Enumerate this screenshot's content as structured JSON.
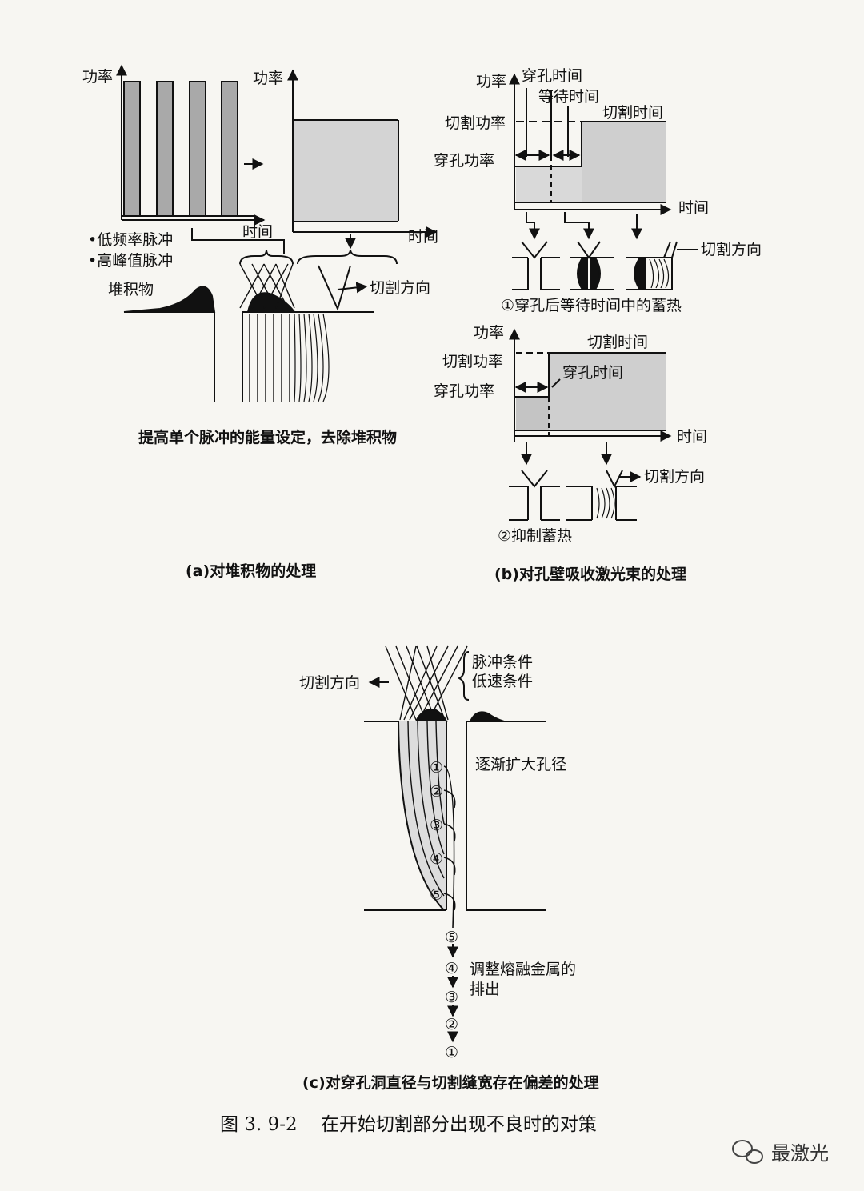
{
  "panel_a": {
    "power_label_1": "功率",
    "power_label_2": "功率",
    "time_label_1": "时间",
    "time_label_2": "时间",
    "pulse_note_1": "•低频率脉冲",
    "pulse_note_2": "•高峰值脉冲",
    "deposit_label": "堆积物",
    "cut_direction": "切割方向",
    "description": "提高单个脉冲的能量设定，去除堆积物",
    "caption": "(a)对堆积物的处理"
  },
  "panel_b": {
    "power_label_1": "功率",
    "pierce_time_1": "穿孔时间",
    "wait_time": "等待时间",
    "cut_time_1": "切割时间",
    "cut_power_1": "切割功率",
    "pierce_power_1": "穿孔功率",
    "time_label_1": "时间",
    "cut_direction_1": "切割方向",
    "sub1_caption": "①穿孔后等待时间中的蓄热",
    "power_label_2": "功率",
    "cut_time_2": "切割时间",
    "cut_power_2": "切割功率",
    "pierce_time_2": "穿孔时间",
    "pierce_power_2": "穿孔功率",
    "time_label_2": "时间",
    "cut_direction_2": "切割方向",
    "sub2_caption": "②抑制蓄热",
    "caption": "(b)对孔壁吸收激光束的处理"
  },
  "panel_c": {
    "cut_direction": "切割方向",
    "condition_1": "脉冲条件",
    "condition_2": "低速条件",
    "enlarge_hole": "逐渐扩大孔径",
    "steps_in_hole": [
      "①",
      "②",
      "③",
      "④",
      "⑤"
    ],
    "steps_below": [
      "⑤",
      "④",
      "③",
      "②",
      "①"
    ],
    "adjust_text_1": "调整熔融金属的",
    "adjust_text_2": "排出",
    "caption": "(c)对穿孔洞直径与切割缝宽存在偏差的处理"
  },
  "figure_title": "图 3. 9-2    在开始切割部分出现不良时的对策",
  "watermark": "最激光",
  "colors": {
    "fill_gray": "#a9a9a9",
    "fill_light": "#d9d9d9",
    "ink": "#111111",
    "paper": "#f7f6f2"
  }
}
